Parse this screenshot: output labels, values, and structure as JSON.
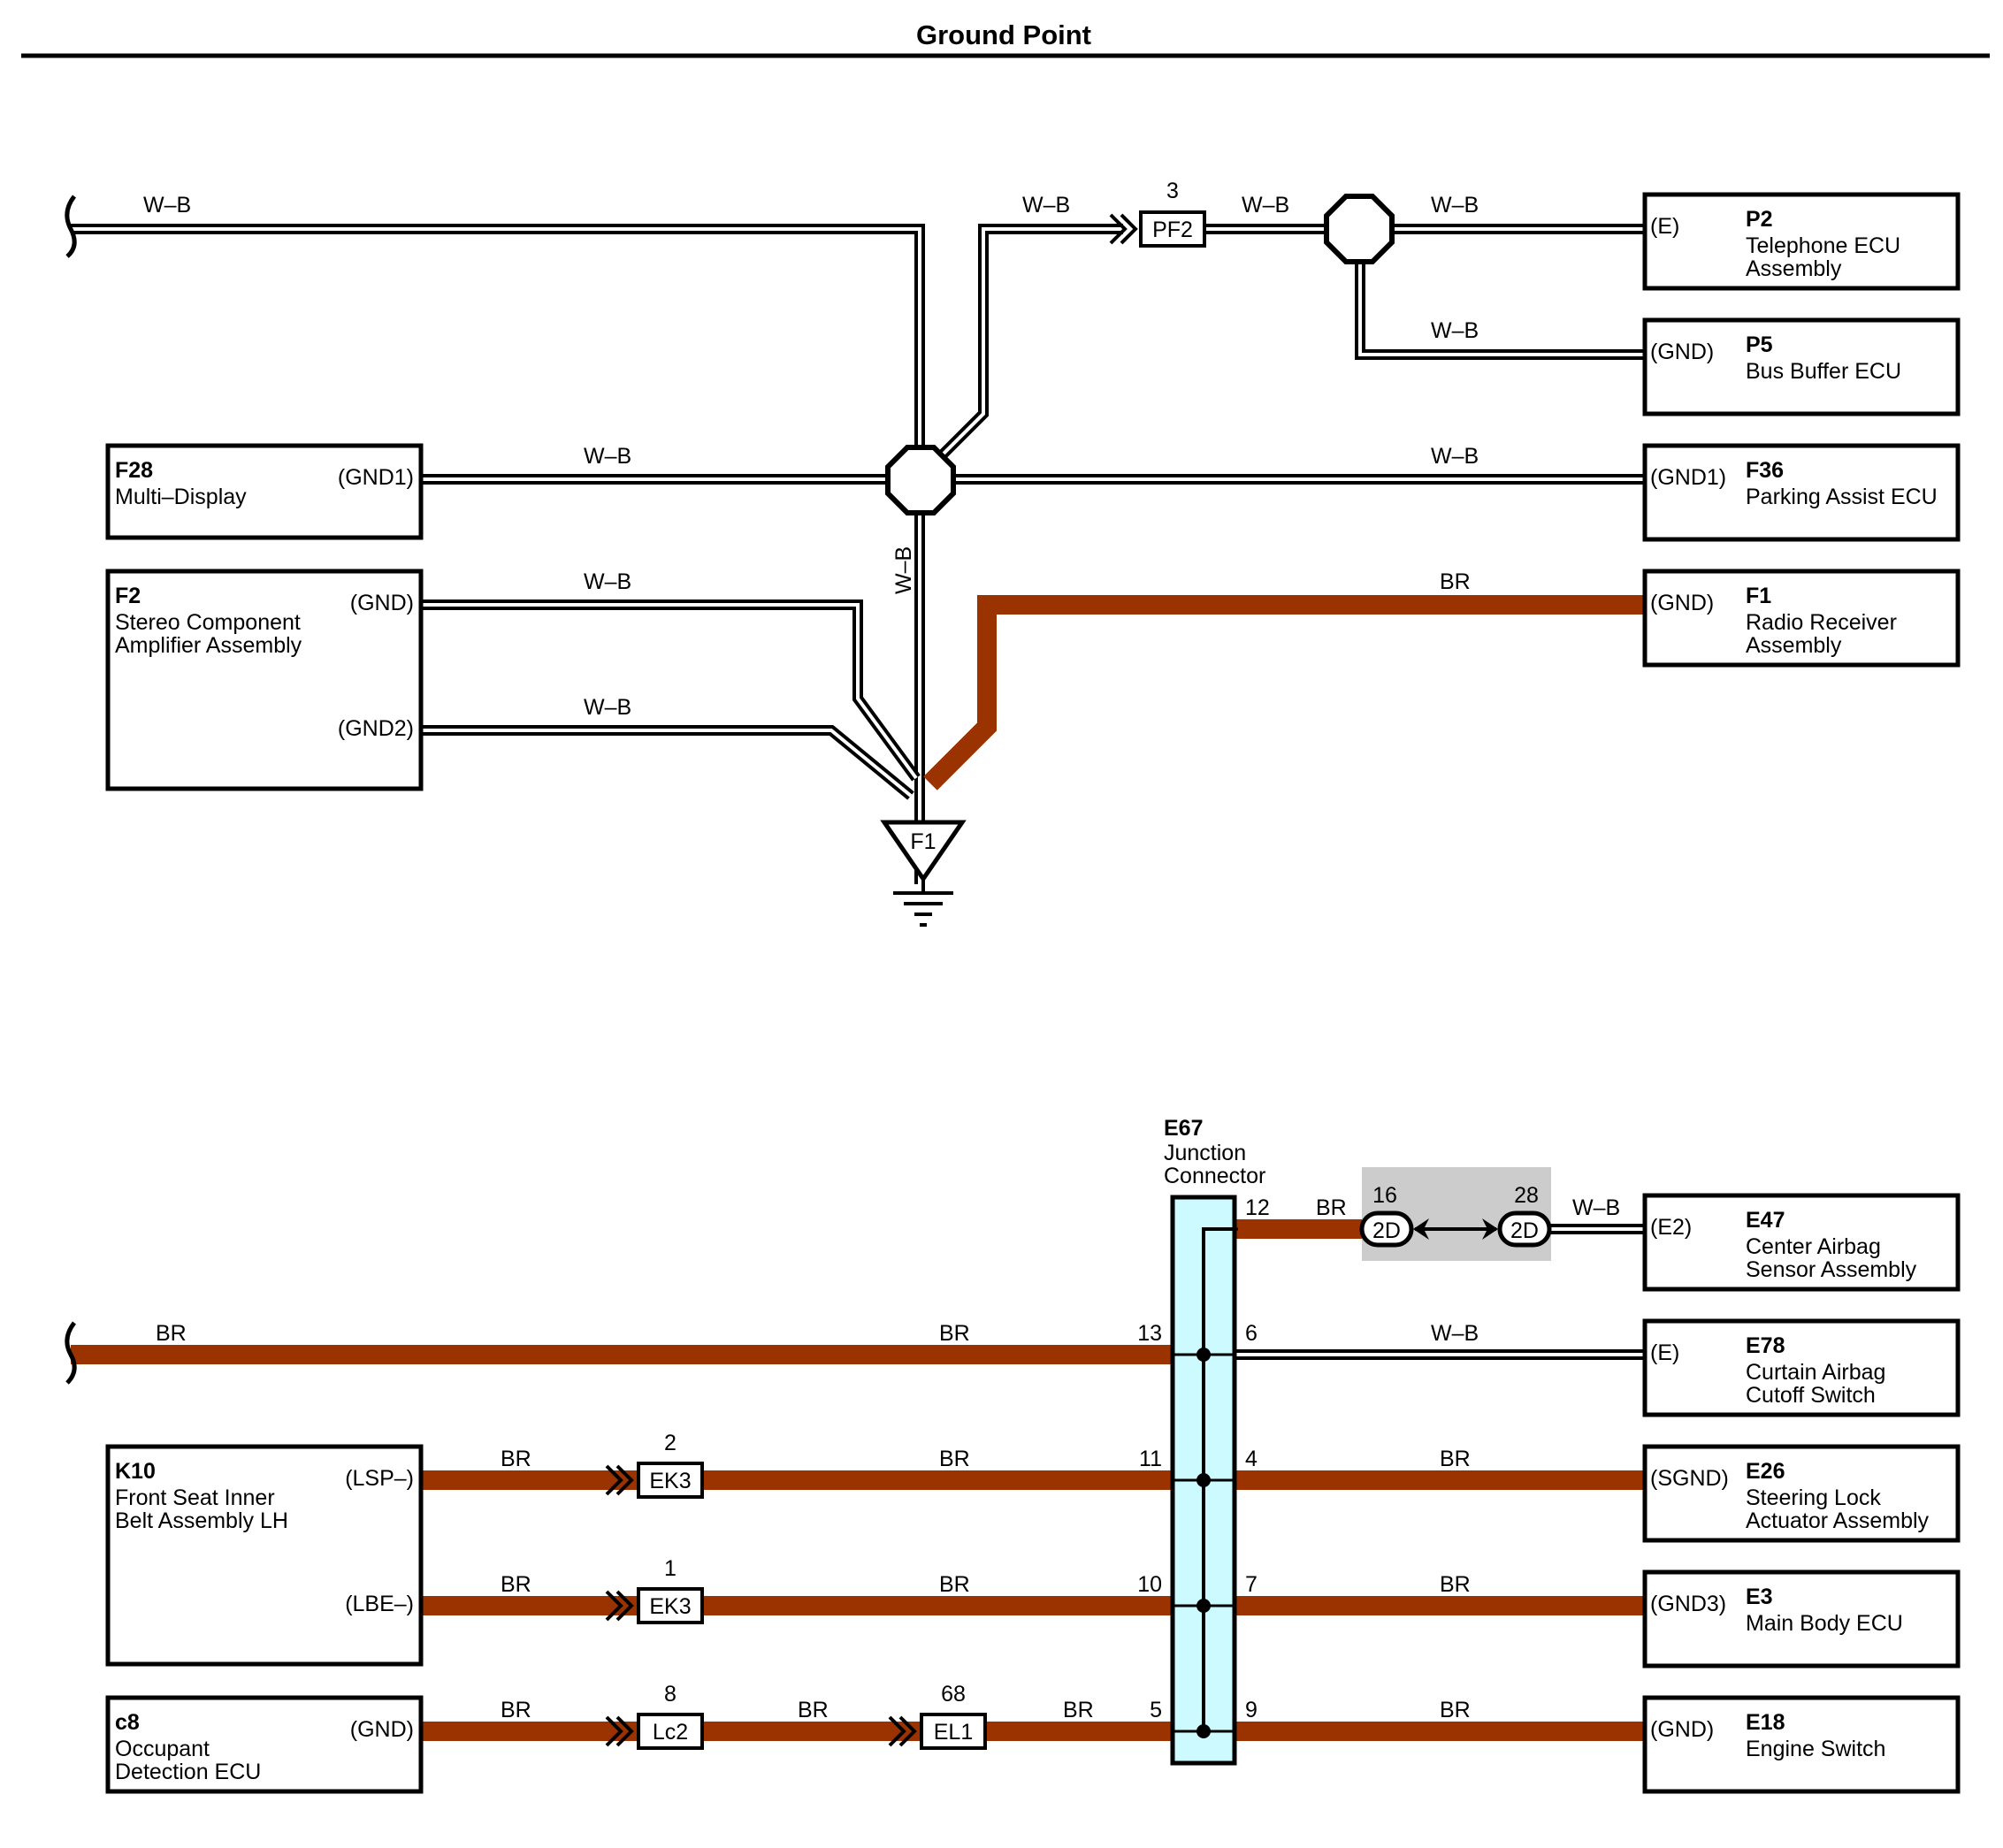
{
  "title": "Ground Point",
  "wires": {
    "wb": "W–B",
    "br": "BR"
  },
  "colors": {
    "wb_color": "#000000",
    "br_color": "#9a3300",
    "junction_fill": "#ccfaff",
    "shade": "#cccccc"
  },
  "ground_point": "F1",
  "components": [
    {
      "id": "f28",
      "code": "F28",
      "name": [
        "Multi–Display"
      ],
      "pins": [
        "(GND1)"
      ]
    },
    {
      "id": "f2",
      "code": "F2",
      "name": [
        "Stereo Component",
        "Amplifier Assembly"
      ],
      "pins": [
        "(GND)",
        "(GND2)"
      ]
    },
    {
      "id": "p2",
      "code": "P2",
      "name": [
        "Telephone ECU",
        "Assembly"
      ],
      "pins": [
        "(E)"
      ]
    },
    {
      "id": "p5",
      "code": "P5",
      "name": [
        "Bus Buffer ECU"
      ],
      "pins": [
        "(GND)"
      ]
    },
    {
      "id": "f36",
      "code": "F36",
      "name": [
        "Parking Assist ECU"
      ],
      "pins": [
        "(GND1)"
      ]
    },
    {
      "id": "f1",
      "code": "F1",
      "name": [
        "Radio Receiver",
        "Assembly"
      ],
      "pins": [
        "(GND)"
      ]
    },
    {
      "id": "k10",
      "code": "K10",
      "name": [
        "Front Seat Inner",
        "Belt Assembly LH"
      ],
      "pins": [
        "(LSP–)",
        "(LBE–)"
      ]
    },
    {
      "id": "c8",
      "code": "c8",
      "name": [
        "Occupant",
        "Detection ECU"
      ],
      "pins": [
        "(GND)"
      ]
    },
    {
      "id": "e47",
      "code": "E47",
      "name": [
        "Center Airbag",
        "Sensor Assembly"
      ],
      "pins": [
        "(E2)"
      ]
    },
    {
      "id": "e78",
      "code": "E78",
      "name": [
        "Curtain Airbag",
        "Cutoff Switch"
      ],
      "pins": [
        "(E)"
      ]
    },
    {
      "id": "e26",
      "code": "E26",
      "name": [
        "Steering Lock",
        "Actuator Assembly"
      ],
      "pins": [
        "(SGND)"
      ]
    },
    {
      "id": "e3",
      "code": "E3",
      "name": [
        "Main Body ECU"
      ],
      "pins": [
        "(GND3)"
      ]
    },
    {
      "id": "e18",
      "code": "E18",
      "name": [
        "Engine Switch"
      ],
      "pins": [
        "(GND)"
      ]
    }
  ],
  "junction": {
    "code": "E67",
    "name": [
      "Junction",
      "Connector"
    ],
    "pins_left": [
      "13",
      "11",
      "10",
      "5"
    ],
    "pins_right": [
      "12",
      "6",
      "4",
      "7",
      "9"
    ]
  },
  "connectors": [
    {
      "id": "pf2",
      "label": "PF2",
      "pin": "3"
    },
    {
      "id": "ek3a",
      "label": "EK3",
      "pin": "2"
    },
    {
      "id": "ek3b",
      "label": "EK3",
      "pin": "1"
    },
    {
      "id": "lc2",
      "label": "Lc2",
      "pin": "8"
    },
    {
      "id": "el1",
      "label": "EL1",
      "pin": "68"
    },
    {
      "id": "d2a",
      "label": "2D",
      "pin": "16"
    },
    {
      "id": "d2b",
      "label": "2D",
      "pin": "28"
    }
  ]
}
